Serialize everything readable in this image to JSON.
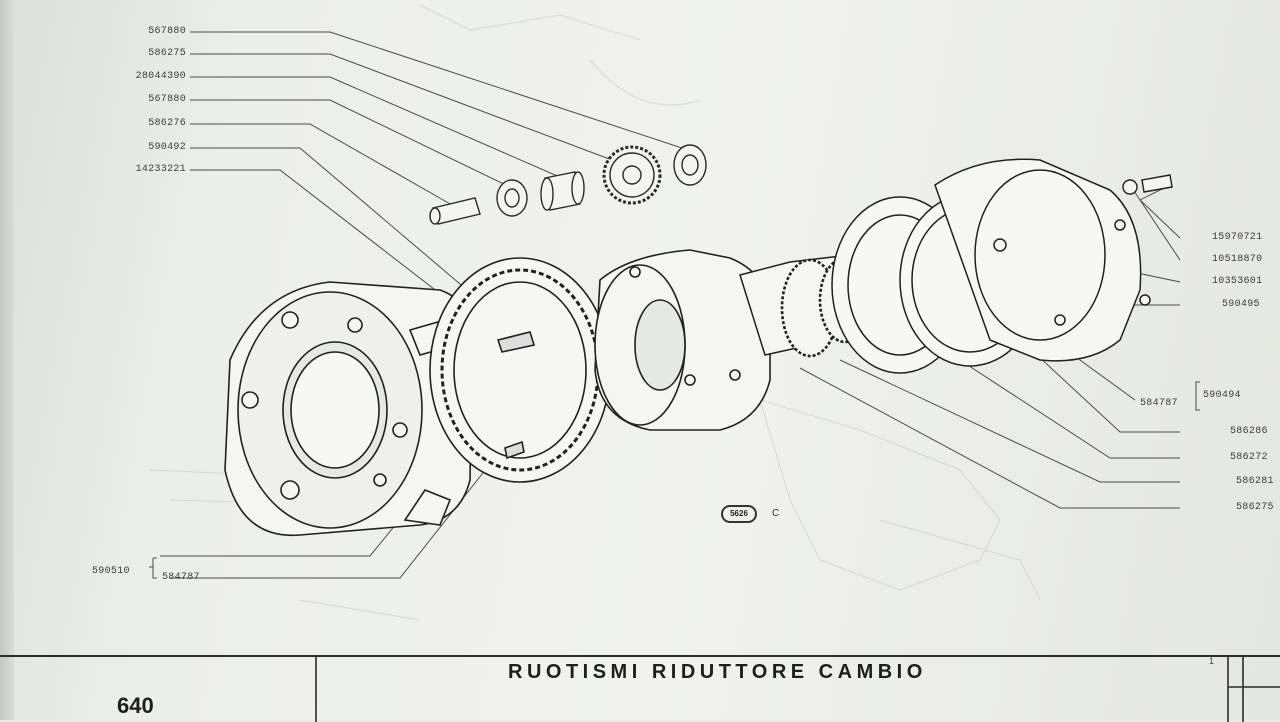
{
  "header": {
    "page_number": "640",
    "title": "RUOTISMI RIDUTTORE CAMBIO",
    "sheet_index": "1"
  },
  "figure": {
    "badge": "5626",
    "suffix": "C"
  },
  "left_callouts": [
    "567880",
    "586275",
    "28044390",
    "567880",
    "586276",
    "590492",
    "14233221"
  ],
  "right_callouts": [
    "15970721",
    "10518870",
    "10353601",
    "590495",
    "586286",
    "586272",
    "586281",
    "586275"
  ],
  "group_right": {
    "main": "590494",
    "sub": "584787"
  },
  "group_left": {
    "main": "590510",
    "sub": "584787"
  }
}
